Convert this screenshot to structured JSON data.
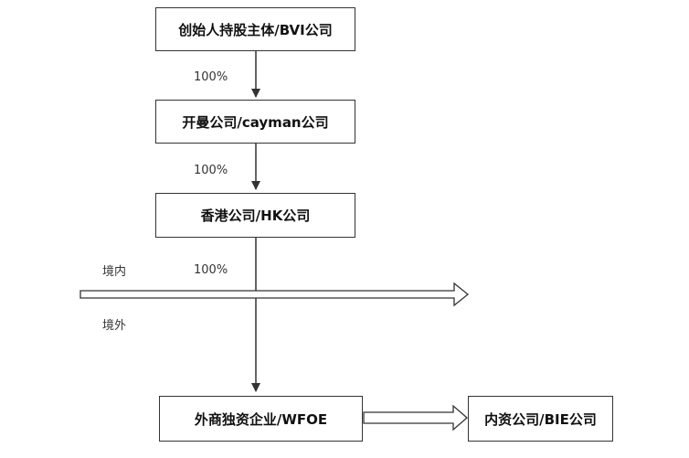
{
  "nodes": {
    "founder": "创始人持股主体/BVI公司",
    "cayman": "开曼公司/cayman公司",
    "hk": "香港公司/HK公司",
    "wfoe": "外商独资企业/WFOE",
    "bie": "内资公司/BIE公司"
  },
  "edges": {
    "founder_to_cayman": "100%",
    "cayman_to_hk": "100%",
    "hk_to_wfoe": "100%"
  },
  "regions": {
    "inside": "境内",
    "outside": "境外"
  }
}
